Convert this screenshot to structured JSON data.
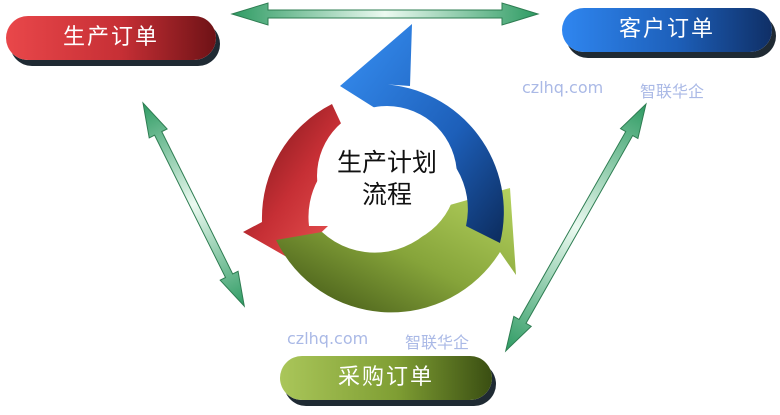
{
  "diagram": {
    "nodes": {
      "production_order": "生产订单",
      "customer_order": "客户订单",
      "purchase_order": "采购订单"
    },
    "center": {
      "line1": "生产计划",
      "line2": "流程"
    },
    "watermarks": [
      {
        "site": "czlhq.com",
        "name": "智联华企"
      },
      {
        "site": "czlhq.com",
        "name": "智联华企"
      }
    ]
  },
  "colors": {
    "red": "#e9474a",
    "blue": "#2f86f0",
    "green": "#aac65a",
    "arrow_green": "#8fd6a8"
  }
}
